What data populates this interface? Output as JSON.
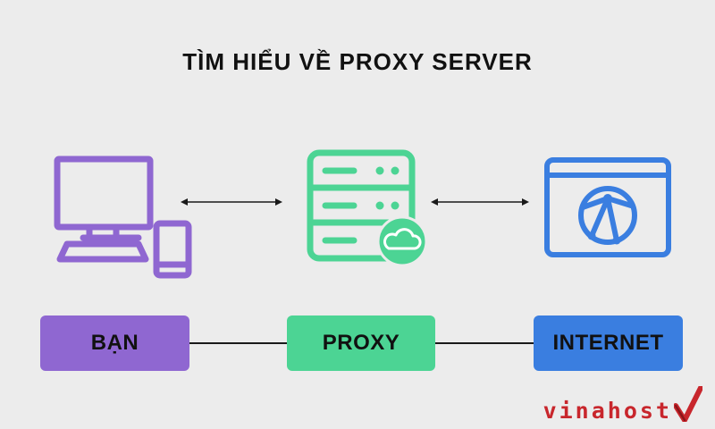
{
  "title": "TÌM HIỂU VỀ PROXY SERVER",
  "labels": {
    "you": "BẠN",
    "proxy": "PROXY",
    "internet": "INTERNET"
  },
  "brand": {
    "text": "vinahost"
  },
  "colors": {
    "background": "#ececec",
    "you": "#8f67d1",
    "proxy": "#4cd494",
    "internet": "#3a7ee0",
    "brand": "#c8262c"
  },
  "icons": {
    "you": "computer-and-phone-icon",
    "proxy": "server-cloud-icon",
    "internet": "browser-globe-icon"
  }
}
